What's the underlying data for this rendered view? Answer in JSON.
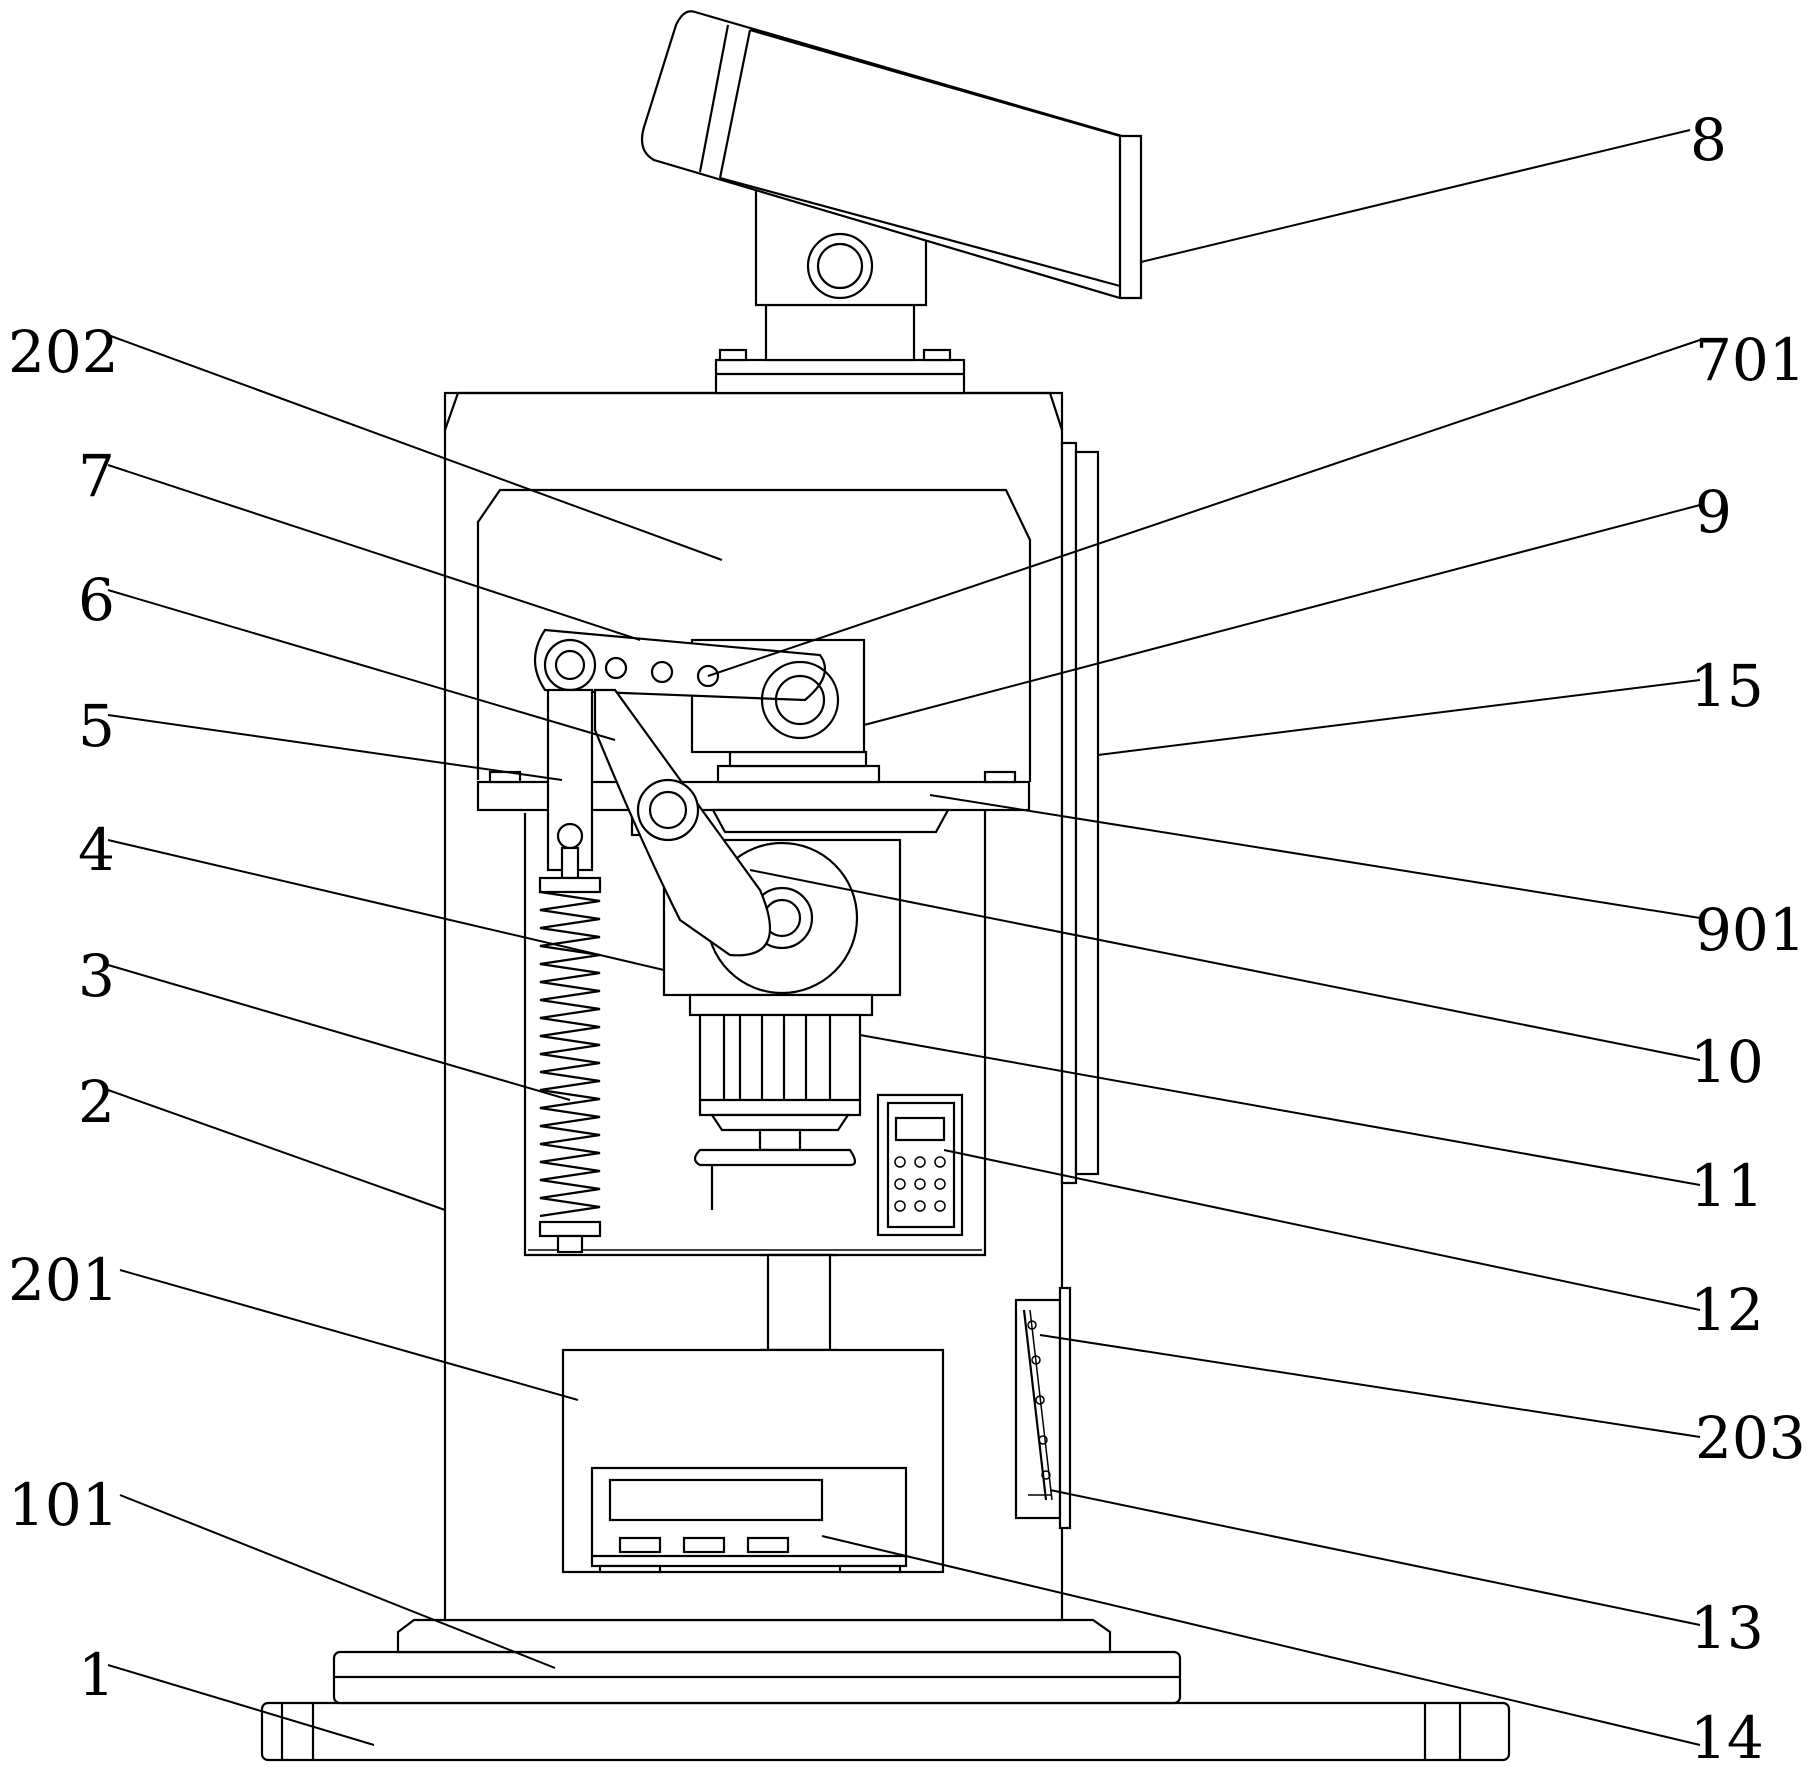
{
  "labels": {
    "l8": "8",
    "l202": "202",
    "l701": "701",
    "l7": "7",
    "l9": "9",
    "l6": "6",
    "l15": "15",
    "l5": "5",
    "l901": "901",
    "l4": "4",
    "l10": "10",
    "l3": "3",
    "l11": "11",
    "l2": "2",
    "l12": "12",
    "l201": "201",
    "l203": "203",
    "l101": "101",
    "l13": "13",
    "l1": "1",
    "l14": "14"
  }
}
